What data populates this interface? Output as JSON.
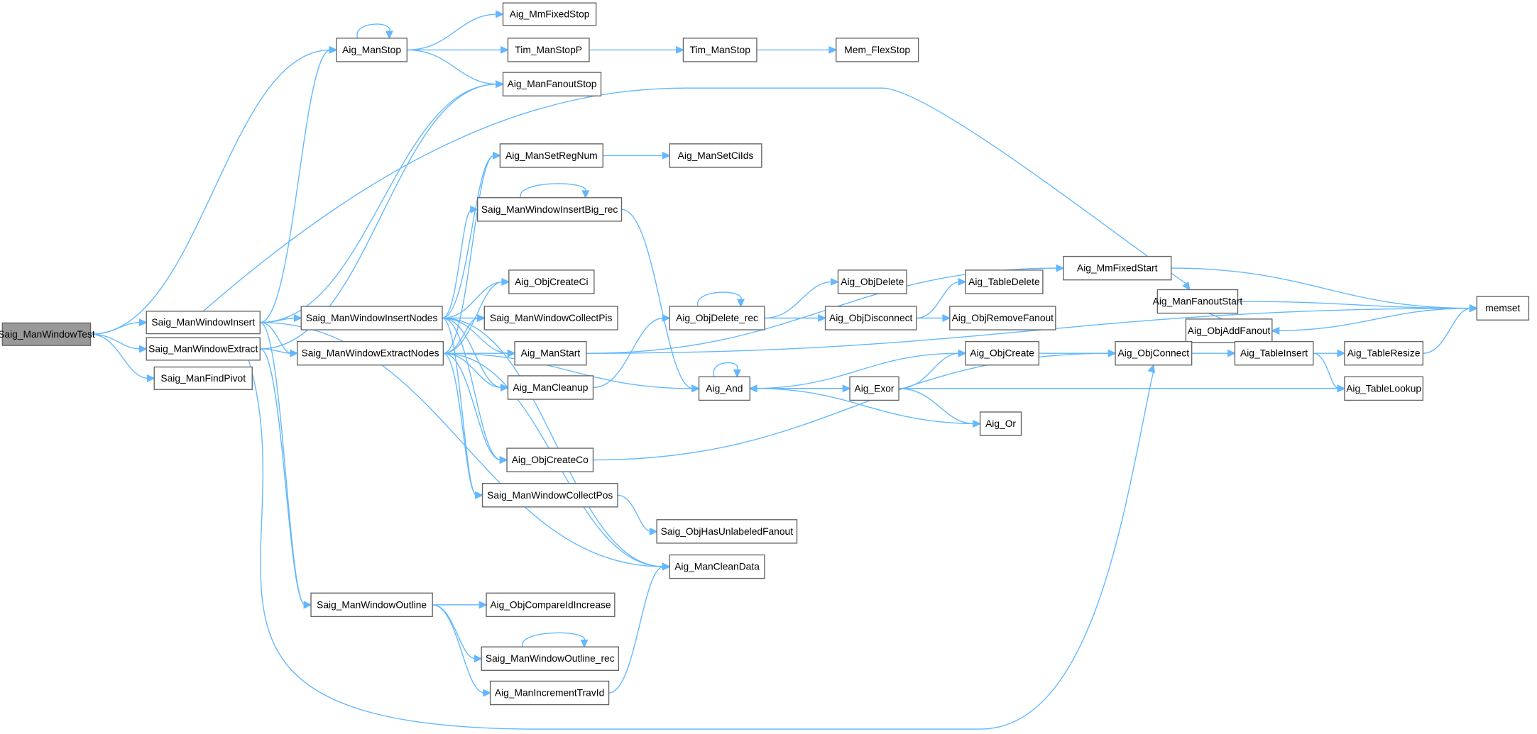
{
  "graph": {
    "root": "Saig_ManWindowTest",
    "edge_color": "#63b8ff",
    "root_fill": "#999999",
    "nodes": [
      {
        "id": "test",
        "label": "Saig_ManWindowTest"
      },
      {
        "id": "insert",
        "label": "Saig_ManWindowInsert"
      },
      {
        "id": "extract",
        "label": "Saig_ManWindowExtract"
      },
      {
        "id": "findpivot",
        "label": "Saig_ManFindPivot"
      },
      {
        "id": "manstop",
        "label": "Aig_ManStop"
      },
      {
        "id": "mmfixedstop",
        "label": "Aig_MmFixedStop"
      },
      {
        "id": "timstopp",
        "label": "Tim_ManStopP"
      },
      {
        "id": "timstop",
        "label": "Tim_ManStop"
      },
      {
        "id": "memflexstop",
        "label": "Mem_FlexStop"
      },
      {
        "id": "fanoutstop",
        "label": "Aig_ManFanoutStop"
      },
      {
        "id": "setregnum",
        "label": "Aig_ManSetRegNum"
      },
      {
        "id": "setciids",
        "label": "Aig_ManSetCiIds"
      },
      {
        "id": "insertbig",
        "label": "Saig_ManWindowInsertBig_rec"
      },
      {
        "id": "createci",
        "label": "Aig_ObjCreateCi"
      },
      {
        "id": "collectpis",
        "label": "Saig_ManWindowCollectPis"
      },
      {
        "id": "manstart",
        "label": "Aig_ManStart"
      },
      {
        "id": "insertnodes",
        "label": "Saig_ManWindowInsertNodes"
      },
      {
        "id": "extractnodes",
        "label": "Saig_ManWindowExtractNodes"
      },
      {
        "id": "cleanup",
        "label": "Aig_ManCleanup"
      },
      {
        "id": "createco",
        "label": "Aig_ObjCreateCo"
      },
      {
        "id": "collectpos",
        "label": "Saig_ManWindowCollectPos"
      },
      {
        "id": "hasunlabeled",
        "label": "Saig_ObjHasUnlabeledFanout"
      },
      {
        "id": "cleandata",
        "label": "Aig_ManCleanData"
      },
      {
        "id": "outline",
        "label": "Saig_ManWindowOutline"
      },
      {
        "id": "compareid",
        "label": "Aig_ObjCompareIdIncrease"
      },
      {
        "id": "outlinerec",
        "label": "Saig_ManWindowOutline_rec"
      },
      {
        "id": "travid",
        "label": "Aig_ManIncrementTravId"
      },
      {
        "id": "mmfixedstart",
        "label": "Aig_MmFixedStart"
      },
      {
        "id": "deleterec",
        "label": "Aig_ObjDelete_rec"
      },
      {
        "id": "objdelete",
        "label": "Aig_ObjDelete"
      },
      {
        "id": "disconnect",
        "label": "Aig_ObjDisconnect"
      },
      {
        "id": "tabledelete",
        "label": "Aig_TableDelete"
      },
      {
        "id": "removefanout",
        "label": "Aig_ObjRemoveFanout"
      },
      {
        "id": "and",
        "label": "Aig_And"
      },
      {
        "id": "exor",
        "label": "Aig_Exor"
      },
      {
        "id": "or",
        "label": "Aig_Or"
      },
      {
        "id": "objcreate",
        "label": "Aig_ObjCreate"
      },
      {
        "id": "fanoutstart",
        "label": "Aig_ManFanoutStart"
      },
      {
        "id": "addfanout",
        "label": "Aig_ObjAddFanout"
      },
      {
        "id": "connect",
        "label": "Aig_ObjConnect"
      },
      {
        "id": "tableinsert",
        "label": "Aig_TableInsert"
      },
      {
        "id": "tableresize",
        "label": "Aig_TableResize"
      },
      {
        "id": "tablelookup",
        "label": "Aig_TableLookup"
      },
      {
        "id": "memset",
        "label": "memset"
      }
    ],
    "edges": [
      [
        "test",
        "manstop"
      ],
      [
        "test",
        "insert"
      ],
      [
        "test",
        "extract"
      ],
      [
        "test",
        "findpivot"
      ],
      [
        "insert",
        "manstop"
      ],
      [
        "insert",
        "fanoutstop"
      ],
      [
        "insert",
        "fanoutstart"
      ],
      [
        "insert",
        "insertnodes"
      ],
      [
        "insert",
        "extractnodes"
      ],
      [
        "insert",
        "cleandata"
      ],
      [
        "insert",
        "outline"
      ],
      [
        "extract",
        "fanoutstop"
      ],
      [
        "extract",
        "extractnodes"
      ],
      [
        "extract",
        "outline"
      ],
      [
        "extract",
        "connect"
      ],
      [
        "manstop",
        "manstop"
      ],
      [
        "manstop",
        "mmfixedstop"
      ],
      [
        "manstop",
        "timstopp"
      ],
      [
        "manstop",
        "fanoutstop"
      ],
      [
        "timstopp",
        "timstop"
      ],
      [
        "timstop",
        "memflexstop"
      ],
      [
        "insertnodes",
        "setregnum"
      ],
      [
        "insertnodes",
        "insertbig"
      ],
      [
        "insertnodes",
        "createci"
      ],
      [
        "insertnodes",
        "collectpis"
      ],
      [
        "insertnodes",
        "manstart"
      ],
      [
        "insertnodes",
        "cleanup"
      ],
      [
        "insertnodes",
        "createco"
      ],
      [
        "insertnodes",
        "collectpos"
      ],
      [
        "insertnodes",
        "cleandata"
      ],
      [
        "extractnodes",
        "setregnum"
      ],
      [
        "extractnodes",
        "createci"
      ],
      [
        "extractnodes",
        "collectpis"
      ],
      [
        "extractnodes",
        "manstart"
      ],
      [
        "extractnodes",
        "cleanup"
      ],
      [
        "extractnodes",
        "and"
      ],
      [
        "extractnodes",
        "createco"
      ],
      [
        "extractnodes",
        "collectpos"
      ],
      [
        "extractnodes",
        "cleandata"
      ],
      [
        "insertbig",
        "insertbig"
      ],
      [
        "insertbig",
        "and"
      ],
      [
        "setregnum",
        "setciids"
      ],
      [
        "manstart",
        "memset"
      ],
      [
        "manstart",
        "mmfixedstart"
      ],
      [
        "cleanup",
        "deleterec"
      ],
      [
        "createco",
        "connect"
      ],
      [
        "collectpos",
        "hasunlabeled"
      ],
      [
        "outline",
        "compareid"
      ],
      [
        "outline",
        "outlinerec"
      ],
      [
        "outline",
        "travid"
      ],
      [
        "outlinerec",
        "outlinerec"
      ],
      [
        "travid",
        "cleandata"
      ],
      [
        "deleterec",
        "deleterec"
      ],
      [
        "deleterec",
        "objdelete"
      ],
      [
        "deleterec",
        "disconnect"
      ],
      [
        "disconnect",
        "tabledelete"
      ],
      [
        "disconnect",
        "removefanout"
      ],
      [
        "and",
        "and"
      ],
      [
        "and",
        "objcreate"
      ],
      [
        "and",
        "exor"
      ],
      [
        "and",
        "tablelookup"
      ],
      [
        "exor",
        "and"
      ],
      [
        "exor",
        "objcreate"
      ],
      [
        "exor",
        "or"
      ],
      [
        "exor",
        "tablelookup"
      ],
      [
        "or",
        "and"
      ],
      [
        "objcreate",
        "connect"
      ],
      [
        "connect",
        "addfanout"
      ],
      [
        "connect",
        "tableinsert"
      ],
      [
        "fanoutstart",
        "memset"
      ],
      [
        "fanoutstart",
        "addfanout"
      ],
      [
        "mmfixedstart",
        "memset"
      ],
      [
        "addfanout",
        "memset"
      ],
      [
        "tableinsert",
        "tableresize"
      ],
      [
        "tableinsert",
        "tablelookup"
      ],
      [
        "tableresize",
        "memset"
      ]
    ]
  }
}
